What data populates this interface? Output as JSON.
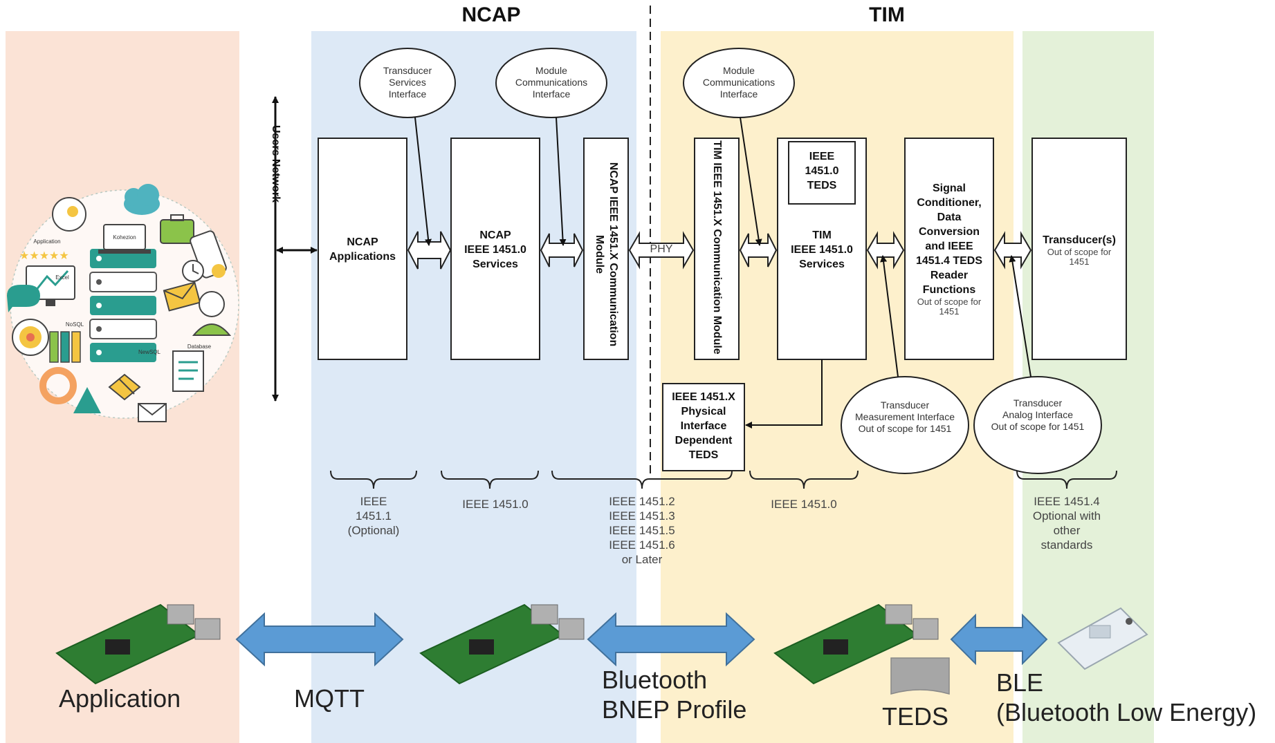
{
  "headings": {
    "ncap": "NCAP",
    "tim": "TIM"
  },
  "users_network": "Users Network",
  "bubbles": {
    "transducer_services": [
      "Transducer",
      "Services",
      "Interface"
    ],
    "ncap_module_comm": [
      "Module",
      "Communications",
      "Interface"
    ],
    "tim_module_comm": [
      "Module",
      "Communications",
      "Interface"
    ],
    "measurement": [
      "Transducer",
      "Measurement Interface",
      "Out of scope for 1451"
    ],
    "analog": [
      "Transducer",
      "Analog Interface",
      "Out of scope for 1451"
    ]
  },
  "blocks": {
    "ncap_apps": [
      "NCAP",
      "Applications"
    ],
    "ncap_services": [
      "NCAP",
      "IEEE 1451.0",
      "Services"
    ],
    "ncap_comm": "NCAP IEEE 1451.X Communication Module",
    "phy": "PHY",
    "tim_comm": "TIM IEEE 1451.X Communication Module",
    "teds_box": [
      "IEEE",
      "1451.0",
      "TEDS"
    ],
    "tim_services": [
      "TIM",
      "IEEE 1451.0",
      "Services"
    ],
    "signal": [
      "Signal",
      "Conditioner,",
      "Data",
      "Conversion",
      "and IEEE",
      "1451.4 TEDS",
      "Reader",
      "Functions"
    ],
    "signal_note": [
      "Out of scope for",
      "1451"
    ],
    "transducers": "Transducer(s)",
    "transducers_note": [
      "Out of scope for",
      "1451"
    ],
    "phys_teds": [
      "IEEE 1451.X",
      "Physical",
      "Interface",
      "Dependent",
      "TEDS"
    ]
  },
  "standards": {
    "s1": [
      "IEEE",
      "1451.1",
      "(Optional)"
    ],
    "s2": [
      "IEEE 1451.0"
    ],
    "s3": [
      "IEEE 1451.2",
      "IEEE 1451.3",
      "IEEE 1451.5",
      "IEEE 1451.6",
      "or Later"
    ],
    "s4": [
      "IEEE 1451.0"
    ],
    "s5": [
      "IEEE 1451.4",
      "Optional with",
      "other",
      "standards"
    ]
  },
  "bottom": {
    "application": "Application",
    "mqtt": "MQTT",
    "bluetooth": [
      "Bluetooth",
      "BNEP Profile"
    ],
    "teds": "TEDS",
    "ble": [
      "BLE",
      "(Bluetooth Low Energy)"
    ]
  },
  "app_icons": [
    "Application",
    "Kohezion",
    "Excel",
    "NoSQL",
    "NewSQL",
    "Database"
  ],
  "colors": {
    "application_zone": "#fbe3d6",
    "ncap_zone": "#dde9f6",
    "tim_zone": "#fdf0cc",
    "transducer_zone": "#e4f1d9",
    "arrow_blue": "#5b9bd5",
    "block_fill": "#ffffff",
    "block_stroke": "#222222"
  }
}
